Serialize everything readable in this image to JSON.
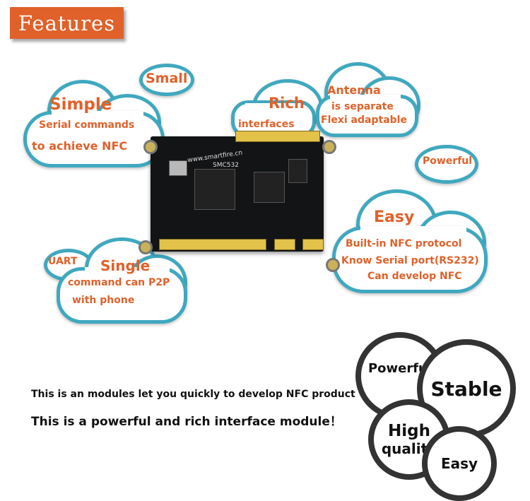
{
  "header": {
    "title": "Features"
  },
  "clouds": {
    "small": "Small",
    "simple_title": "Simple",
    "simple_line1": "Serial commands",
    "simple_line2": "to achieve NFC",
    "rich_title": "Rich",
    "rich_line": "interfaces",
    "antenna_line1": "Antenna",
    "antenna_line2": "is separate",
    "antenna_line3": "Flexi adaptable",
    "powerful": "Powerful",
    "easy_title": "Easy",
    "easy_line1": "Built-in NFC protocol",
    "easy_line2": "Know Serial port(RS232)",
    "easy_line3": "Can develop NFC",
    "uart": "UART",
    "single_title": "Single",
    "single_line1": "command can P2P",
    "single_line2": "with phone"
  },
  "board": {
    "url_label": "www.smartfire.cn",
    "model_label": "SMC532"
  },
  "description": {
    "line1": "This is an modules let you quickly to develop NFC product",
    "line2": "This is a powerful and rich interface module！"
  },
  "circles": {
    "powerful": "Powerful",
    "stable": "Stable",
    "high_quality_1": "High",
    "high_quality_2": "quality",
    "easy": "Easy"
  },
  "colors": {
    "accent": "#e0612a",
    "cloud_border": "#3fa8bf",
    "circle_border": "#333333"
  }
}
